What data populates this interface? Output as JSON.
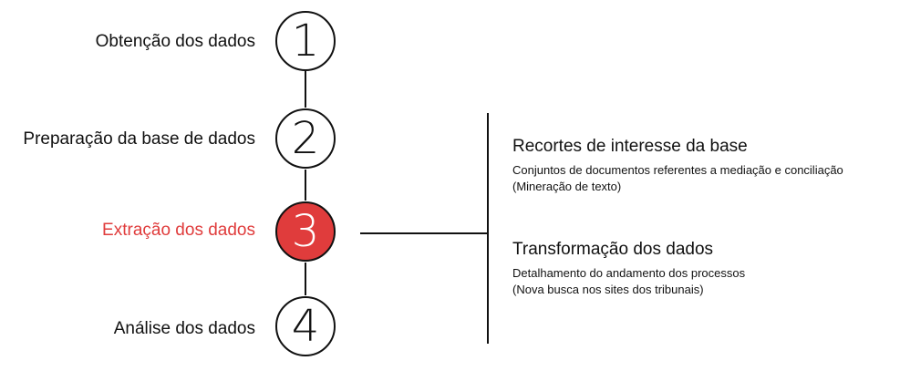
{
  "steps": [
    {
      "number": "1",
      "label": "Obtenção dos dados",
      "active": false
    },
    {
      "number": "2",
      "label": "Preparação da base de dados",
      "active": false
    },
    {
      "number": "3",
      "label": "Extração dos dados",
      "active": true
    },
    {
      "number": "4",
      "label": "Análise dos dados",
      "active": false
    }
  ],
  "details": [
    {
      "title": "Recortes de interesse da base",
      "desc_line1": "Conjuntos de documentos referentes a mediação e conciliação",
      "desc_line2": "(Mineração de texto)"
    },
    {
      "title": "Transformação dos dados",
      "desc_line1": "Detalhamento do andamento dos processos",
      "desc_line2": "(Nova busca nos sites dos tribunais)"
    }
  ],
  "colors": {
    "active": "#e03c3c",
    "line": "#111111"
  }
}
